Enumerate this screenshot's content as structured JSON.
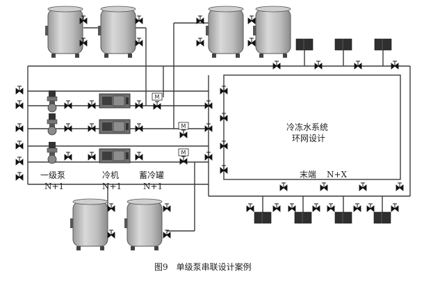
{
  "labels": {
    "loop_line1": "冷冻水系统",
    "loop_line2": "环网设计",
    "primary_pump": "一级泵",
    "primary_pump_n": "N+1",
    "chiller": "冷机",
    "chiller_n": "N+1",
    "storage_tank": "蓄冷罐",
    "storage_tank_n": "N+1",
    "terminal": "末端",
    "terminal_n": "N+X"
  },
  "caption": "图9　单级泵串联设计案例",
  "motor_label": "M",
  "colors": {
    "line": "#3a3a3a",
    "tank_fill": "#b9b9b9",
    "device_fill": "#6f6f6f",
    "dark_fill": "#2f2f2f",
    "valve_fill": "#111111"
  }
}
